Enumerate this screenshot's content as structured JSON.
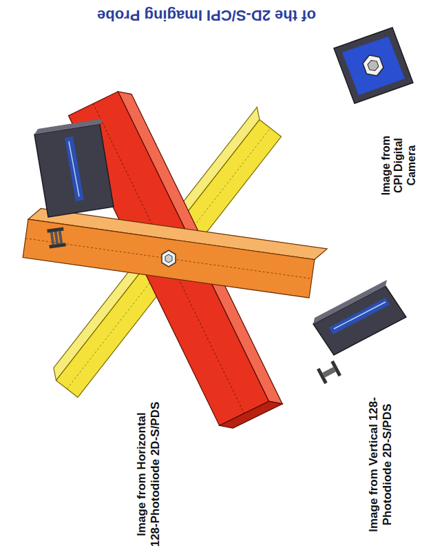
{
  "diagram": {
    "title": "of the 2D-S/CPI Imaging Probe",
    "labels": [
      "Image from Horizontal 128-Photodiode 2D-S/PDS",
      "Image from Vertical 128-Photodiode 2D-S/PDS",
      "Image from CPI Digital Camera"
    ]
  }
}
